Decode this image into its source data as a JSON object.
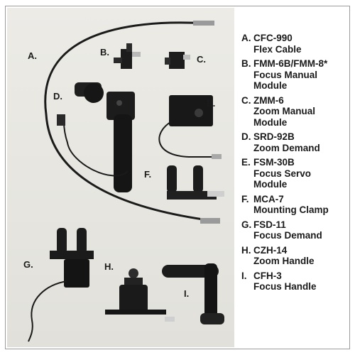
{
  "photo_labels": {
    "A": "A.",
    "B": "B.",
    "C": "C.",
    "D": "D.",
    "E": "E.",
    "F": "F.",
    "G": "G.",
    "H": "H.",
    "I": "I."
  },
  "legend": [
    {
      "letter": "A.",
      "lines": [
        "CFC-990",
        "Flex Cable"
      ]
    },
    {
      "letter": "B.",
      "lines": [
        "FMM-6B/FMM-8*",
        "Focus Manual",
        "Module"
      ]
    },
    {
      "letter": "C.",
      "lines": [
        "ZMM-6",
        "Zoom Manual",
        "Module"
      ]
    },
    {
      "letter": "D.",
      "lines": [
        "SRD-92B",
        "Zoom Demand"
      ]
    },
    {
      "letter": "E.",
      "lines": [
        "FSM-30B",
        "Focus Servo",
        "Module"
      ]
    },
    {
      "letter": "F.",
      "lines": [
        "MCA-7",
        "Mounting Clamp"
      ]
    },
    {
      "letter": "G.",
      "lines": [
        "FSD-11",
        "Focus Demand"
      ]
    },
    {
      "letter": "H.",
      "lines": [
        "CZH-14",
        "Zoom Handle"
      ]
    },
    {
      "letter": "I.",
      "lines": [
        "CFH-3",
        "Focus Handle"
      ]
    }
  ]
}
